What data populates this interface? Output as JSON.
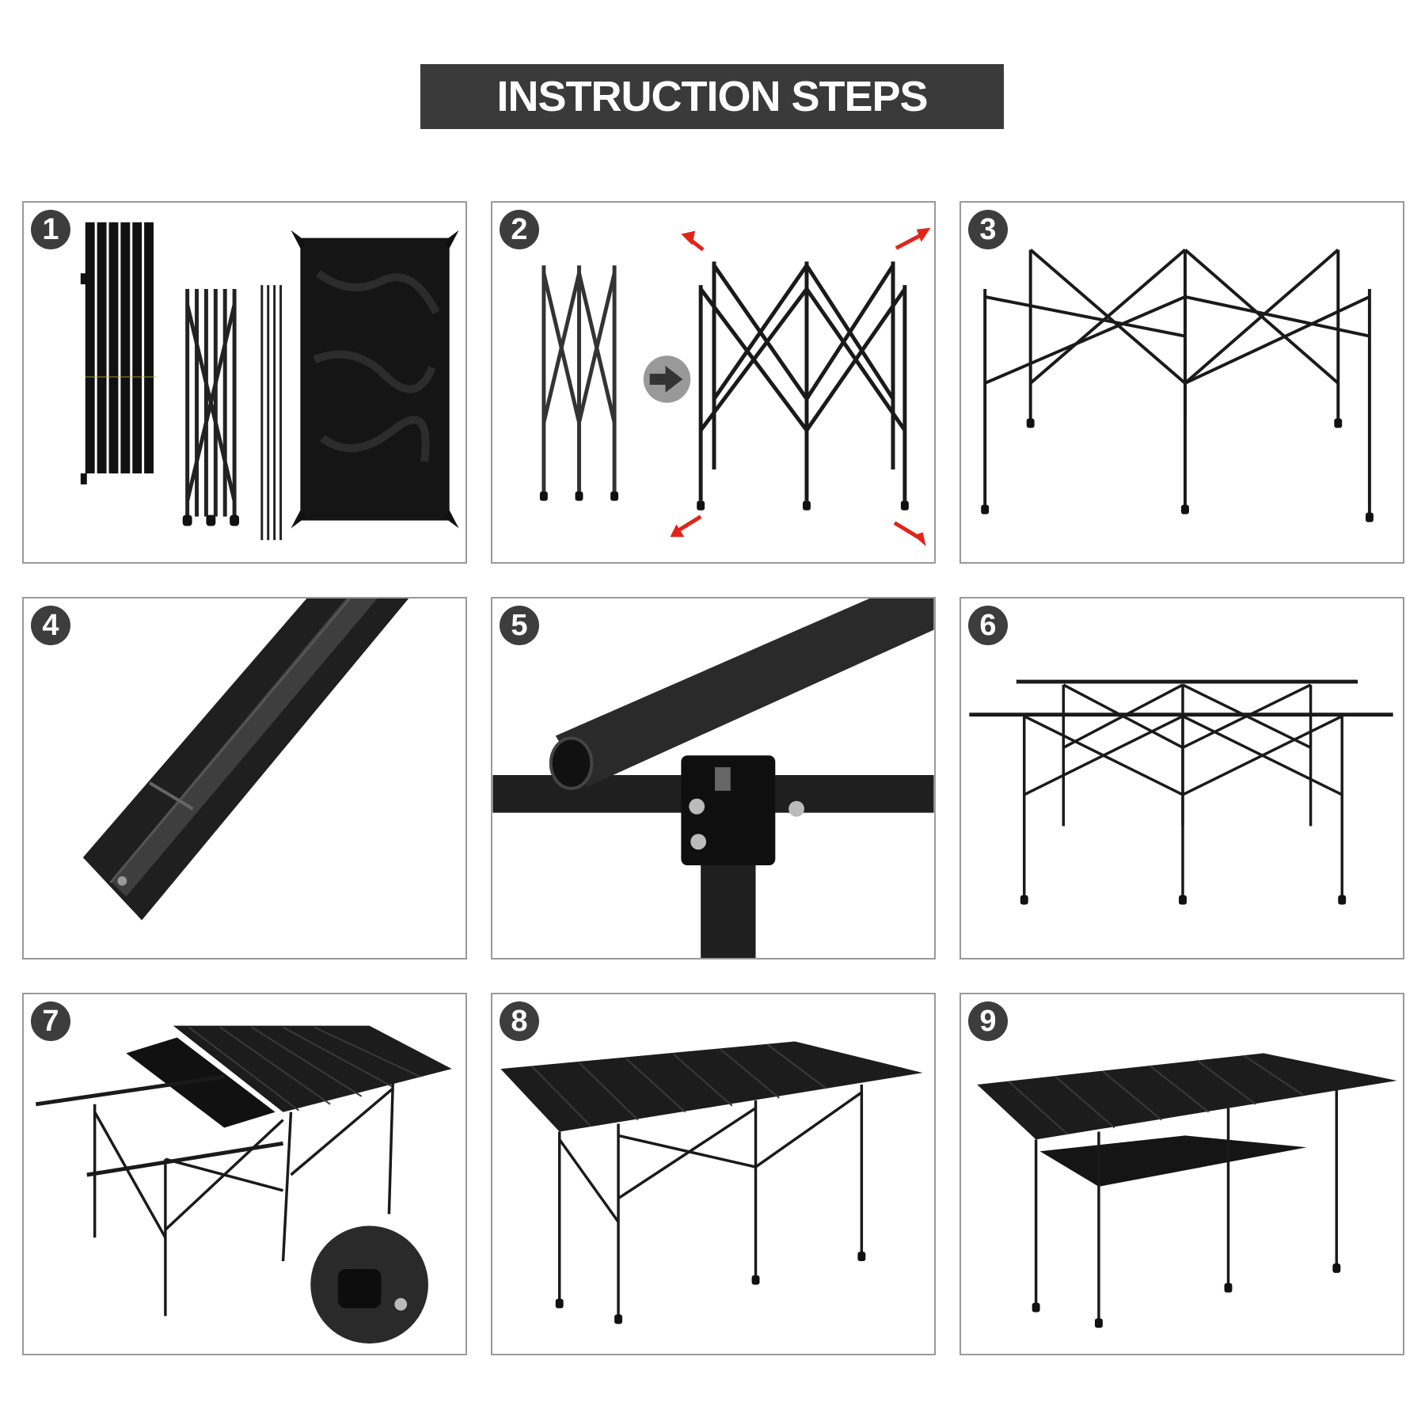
{
  "title": "INSTRUCTION STEPS",
  "steps": [
    {
      "number": "1"
    },
    {
      "number": "2"
    },
    {
      "number": "3"
    },
    {
      "number": "4"
    },
    {
      "number": "5"
    },
    {
      "number": "6"
    },
    {
      "number": "7"
    },
    {
      "number": "8"
    },
    {
      "number": "9"
    }
  ],
  "colors": {
    "banner": "#3a3a3a",
    "badge": "#3d3d3d",
    "frame": "#222222",
    "arrow": "#e0251b",
    "panel_border": "#9a9a9a"
  }
}
